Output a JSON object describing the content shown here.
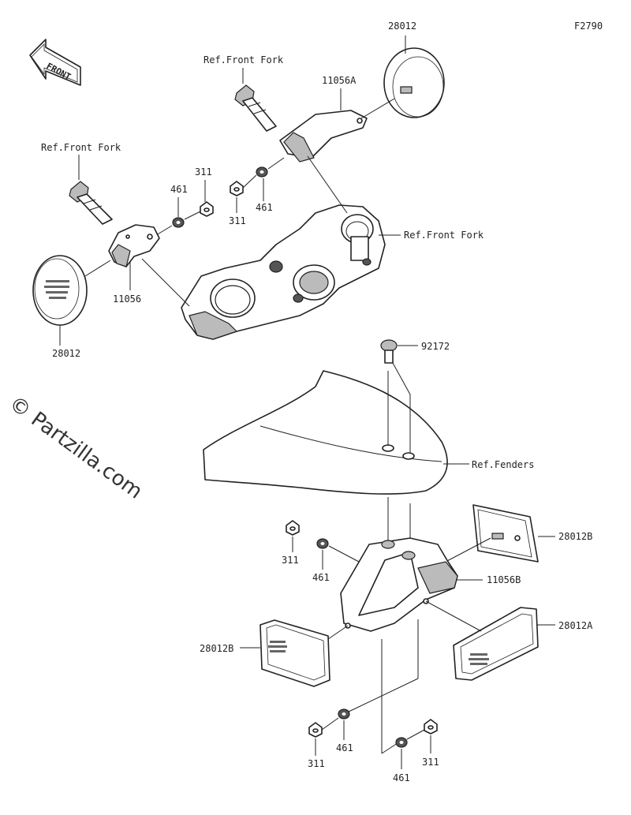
{
  "figure_code": "F2790",
  "watermark": "© Partzilla.com",
  "front_badge": "FRONT",
  "labels": {
    "p28012_top": "28012",
    "p11056A": "11056A",
    "ref_front_fork_top": "Ref.Front Fork",
    "ref_front_fork_left": "Ref.Front Fork",
    "ref_front_fork_right": "Ref.Front Fork",
    "p311_a": "311",
    "p461_a": "461",
    "p311_b": "311",
    "p461_b": "461",
    "p11056": "11056",
    "p28012_left": "28012",
    "p92172": "92172",
    "ref_fenders": "Ref.Fenders",
    "p28012B_right": "28012B",
    "p311_c": "311",
    "p461_c": "461",
    "p11056B": "11056B",
    "p28012A": "28012A",
    "p28012B_left": "28012B",
    "p461_d": "461",
    "p311_d": "311",
    "p461_e": "461",
    "p311_e": "311"
  }
}
